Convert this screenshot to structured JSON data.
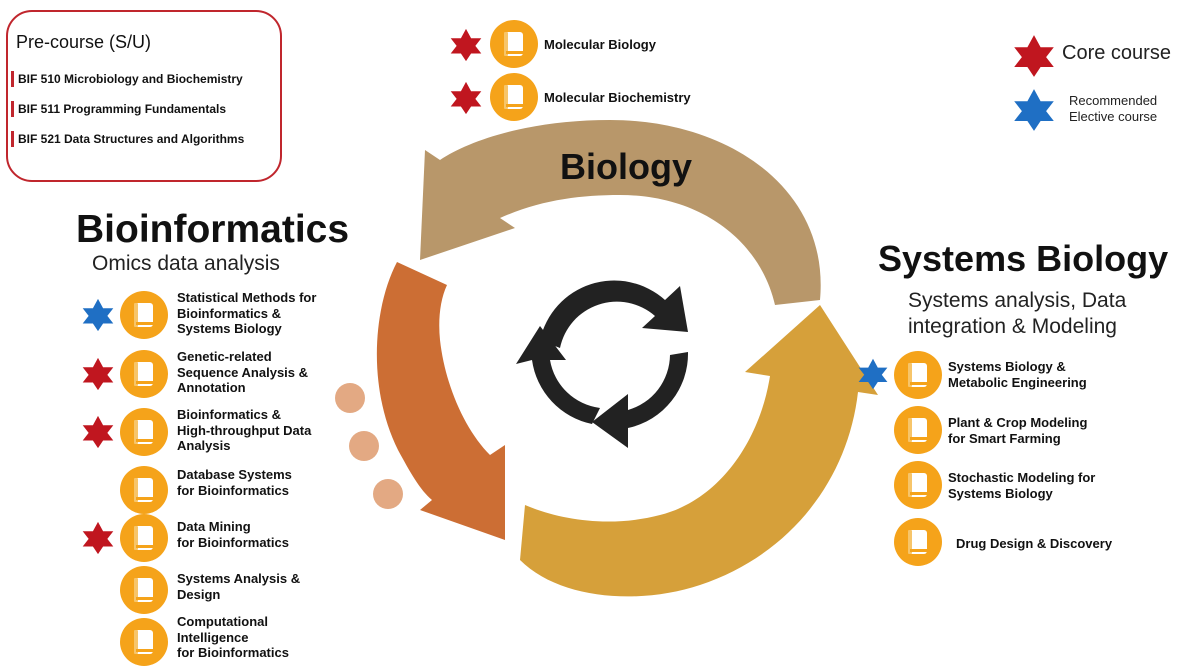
{
  "colors": {
    "core_star": "#c0161f",
    "elective_star": "#1f6fc4",
    "book_circle": "#f5a31a",
    "biology_arrow": "#b8976a",
    "bioinfo_arrow": "#cc6e34",
    "systems_arrow": "#d6a03a",
    "center_icon": "#222222",
    "precourse_border": "#c0262d",
    "dots": "#e3a983"
  },
  "precourse": {
    "title": "Pre-course (S/U)",
    "items": [
      "BIF 510 Microbiology and Biochemistry",
      "BIF 511 Programming Fundamentals",
      "BIF 521 Data Structures and Algorithms"
    ]
  },
  "legend": {
    "core": "Core course",
    "elective_line1": "Recommended",
    "elective_line2": "Elective course"
  },
  "biology": {
    "label": "Biology",
    "courses": [
      {
        "name": "Molecular Biology",
        "star": "core"
      },
      {
        "name": "Molecular Biochemistry",
        "star": "core"
      }
    ]
  },
  "bioinformatics": {
    "title": "Bioinformatics",
    "subtitle": "Omics data analysis",
    "courses": [
      {
        "name": "Statistical Methods for\nBioinformatics &\nSystems Biology",
        "star": "elective"
      },
      {
        "name": "Genetic-related\nSequence Analysis &\nAnnotation",
        "star": "core"
      },
      {
        "name": "Bioinformatics &\nHigh-throughput Data\nAnalysis",
        "star": "core"
      },
      {
        "name": "Database Systems\nfor Bioinformatics",
        "star": "none"
      },
      {
        "name": "Data Mining\nfor Bioinformatics",
        "star": "core"
      },
      {
        "name": "Systems Analysis &\nDesign",
        "star": "none"
      },
      {
        "name": "Computational\nIntelligence\nfor Bioinformatics",
        "star": "none"
      }
    ]
  },
  "systems_biology": {
    "title": "Systems Biology",
    "subtitle_line1": "Systems analysis, Data",
    "subtitle_line2": "integration & Modeling",
    "courses": [
      {
        "name": "Systems Biology &\nMetabolic Engineering",
        "star": "elective"
      },
      {
        "name": "Plant & Crop Modeling\nfor Smart Farming",
        "star": "none"
      },
      {
        "name": "Stochastic Modeling for\nSystems Biology",
        "star": "none"
      },
      {
        "name": "Drug Design & Discovery",
        "star": "none"
      }
    ]
  },
  "icons": {
    "course": "book-icon",
    "core_marker": "six-point-star-icon",
    "center": "recycle-arrows-icon"
  }
}
